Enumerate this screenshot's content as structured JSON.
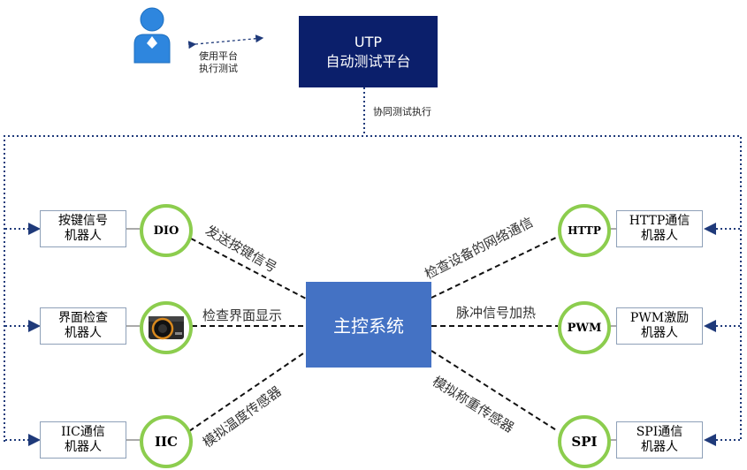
{
  "platform": {
    "line1": "UTP",
    "line2": "自动测试平台"
  },
  "user_link_label": {
    "line1": "使用平台",
    "line2": "执行测试"
  },
  "collab_label": "协同测试执行",
  "main_system": "主控系统",
  "left_nodes": [
    {
      "robot_line1": "按键信号",
      "robot_line2": "机器人",
      "interface": "DIO",
      "edge_label": "发送按键信号"
    },
    {
      "robot_line1": "界面检查",
      "robot_line2": "机器人",
      "interface": "camera-icon",
      "edge_label": "检查界面显示"
    },
    {
      "robot_line1": "IIC通信",
      "robot_line2": "机器人",
      "interface": "IIC",
      "edge_label": "模拟温度传感器"
    }
  ],
  "right_nodes": [
    {
      "robot_line1": "HTTP通信",
      "robot_line2": "机器人",
      "interface": "HTTP",
      "edge_label": "检查设备的网络通信"
    },
    {
      "robot_line1": "PWM激励",
      "robot_line2": "机器人",
      "interface": "PWM",
      "edge_label": "脉冲信号加热"
    },
    {
      "robot_line1": "SPI通信",
      "robot_line2": "机器人",
      "interface": "SPI",
      "edge_label": "模拟称重传感器"
    }
  ],
  "colors": {
    "platform_fill": "#0b1f6b",
    "main_fill": "#4472c4",
    "interface_ring": "#8ccd4e",
    "bus_line": "#1f3a7a",
    "user_icon": "#2e86de"
  }
}
